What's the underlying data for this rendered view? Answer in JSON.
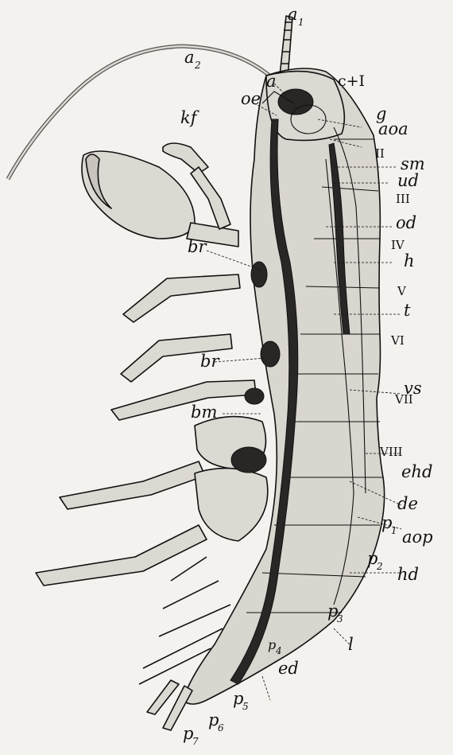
{
  "figure": {
    "labels": {
      "a1": "a",
      "a1_sub": "1",
      "a2": "a",
      "a2_sub": "2",
      "a": "a",
      "c1": "c+I",
      "oe": "oe",
      "kf": "kf",
      "g": "g",
      "aoa": "aoa",
      "II": "II",
      "sm": "sm",
      "ud": "ud",
      "III": "III",
      "od": "od",
      "IV": "IV",
      "h": "h",
      "br1": "br",
      "V": "V",
      "t": "t",
      "VI": "VI",
      "br2": "br",
      "vs": "vs",
      "VII": "VII",
      "bm": "bm",
      "VIII": "VIII",
      "ehd": "ehd",
      "de": "de",
      "p1": "p",
      "p1_sub": "1",
      "aop": "aop",
      "p2": "p",
      "p2_sub": "2",
      "hd": "hd",
      "p3": "p",
      "p3_sub": "3",
      "l": "l",
      "p4": "p",
      "p4_sub": "4",
      "ed": "ed",
      "p5": "p",
      "p5_sub": "5",
      "p6": "p",
      "p6_sub": "6",
      "p7": "p",
      "p7_sub": "7"
    },
    "colors": {
      "ink": "#111111",
      "body_fill": "#d9d5cf",
      "dark_organ": "#2a2626",
      "leg_fill": "#dcd8d2"
    }
  }
}
